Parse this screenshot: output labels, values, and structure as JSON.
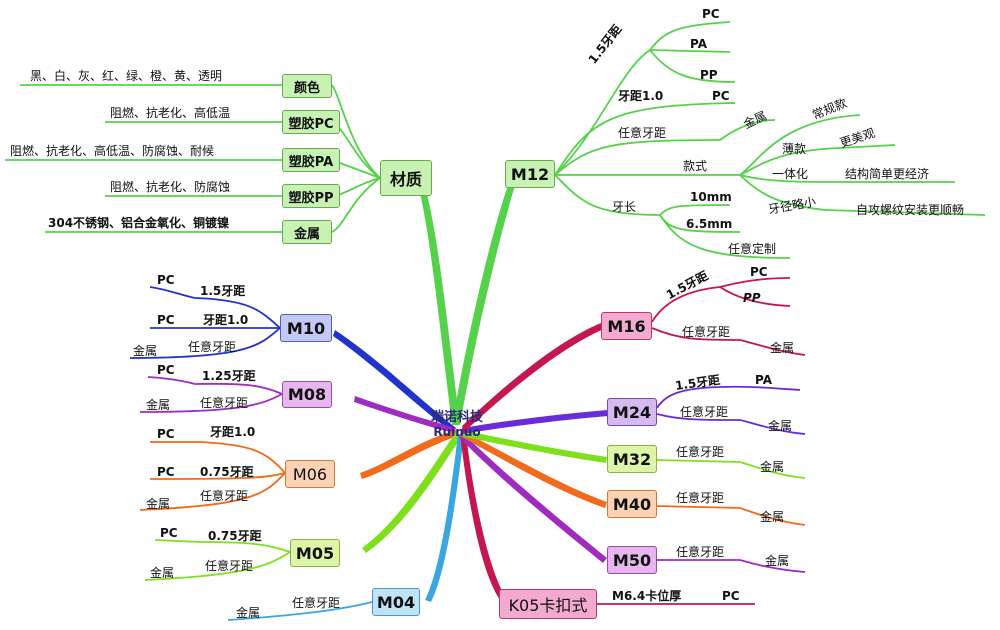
{
  "center": {
    "title": "瑞诺科技",
    "subtitle": "Ruinuo"
  },
  "material": {
    "title": "材质",
    "items": [
      {
        "label": "颜色",
        "desc": "黑、白、灰、红、绿、橙、黄、透明"
      },
      {
        "label": "塑胶PC",
        "desc": "阻燃、抗老化、高低温"
      },
      {
        "label": "塑胶PA",
        "desc": "阻燃、抗老化、高低温、防腐蚀、耐候"
      },
      {
        "label": "塑胶PP",
        "desc": "阻燃、抗老化、防腐蚀"
      },
      {
        "label": "金属",
        "desc": "304不锈钢、铝合金氧化、铜镀镍"
      }
    ]
  },
  "m12": {
    "title": "M12",
    "pitch15": "1.5牙距",
    "pc": "PC",
    "pa": "PA",
    "pp": "PP",
    "pitch10": "牙距1.0",
    "pitch10_pc": "PC",
    "any_pitch": "任意牙距",
    "metal": "金属",
    "style": "款式",
    "style_regular": "常规款",
    "style_thin": "薄款",
    "style_thin_desc": "更美观",
    "style_integrated": "一体化",
    "style_integrated_desc": "结构简单更经济",
    "style_shortthread": "牙径略小",
    "style_shortthread_desc": "自攻螺纹安装更顺畅",
    "length": "牙长",
    "len10": "10mm",
    "len65": "6.5mm",
    "len_custom": "任意定制"
  },
  "m10": {
    "title": "M10",
    "pitch15": "1.5牙距",
    "pc1": "PC",
    "pitch10": "牙距1.0",
    "pc2": "PC",
    "any_pitch": "任意牙距",
    "metal": "金属"
  },
  "m08": {
    "title": "M08",
    "pitch125": "1.25牙距",
    "pc": "PC",
    "any_pitch": "任意牙距",
    "metal": "金属"
  },
  "m06": {
    "title": "M06",
    "pitch10": "牙距1.0",
    "pc1": "PC",
    "pitch075": "0.75牙距",
    "pc2": "PC",
    "any_pitch": "任意牙距",
    "metal": "金属"
  },
  "m05": {
    "title": "M05",
    "pitch075": "0.75牙距",
    "pc": "PC",
    "any_pitch": "任意牙距",
    "metal": "金属"
  },
  "m04": {
    "title": "M04",
    "any_pitch": "任意牙距",
    "metal": "金属"
  },
  "m16": {
    "title": "M16",
    "pitch15": "1.5牙距",
    "pc": "PC",
    "pp": "PP",
    "any_pitch": "任意牙距",
    "metal": "金属"
  },
  "m24": {
    "title": "M24",
    "pitch15": "1.5牙距",
    "pa": "PA",
    "any_pitch": "任意牙距",
    "metal": "金属"
  },
  "m32": {
    "title": "M32",
    "any_pitch": "任意牙距",
    "metal": "金属"
  },
  "m40": {
    "title": "M40",
    "any_pitch": "任意牙距",
    "metal": "金属"
  },
  "m50": {
    "title": "M50",
    "any_pitch": "任意牙距",
    "metal": "金属"
  },
  "k05": {
    "title": "K05卡扣式",
    "thickness": "M6.4卡位厚",
    "pc": "PC"
  },
  "colors": {
    "green": "#55d24a",
    "blue": "#2233cc",
    "violet": "#a02bc0",
    "orange": "#f26a1b",
    "ygreen": "#7ee01a",
    "sky": "#3aa5e0",
    "crimson": "#c4174e",
    "purple": "#6a2bd8",
    "dgreen": "#2ea82e"
  }
}
